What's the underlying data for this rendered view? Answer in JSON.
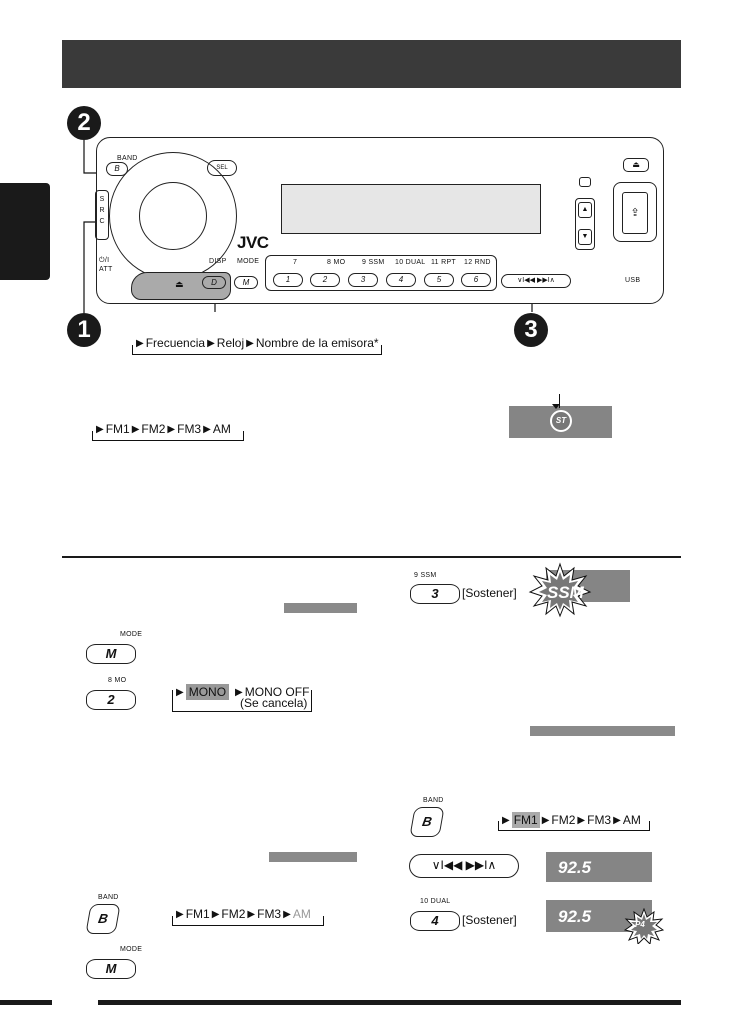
{
  "page": {
    "number_markers": [
      "2",
      "1",
      "3"
    ]
  },
  "device": {
    "brand": "JVC",
    "labels": {
      "band": "BAND",
      "src": "S\nR\nC",
      "att": "⏻/I\nATT",
      "disp": "DISP",
      "mode": "MODE",
      "usb": "USB",
      "eject": "⏏"
    },
    "preset_labels": [
      "7",
      "8 MO",
      "9 SSM",
      "10 DUAL",
      "11 RPT",
      "12 RND"
    ],
    "preset_keys": [
      "1",
      "2",
      "3",
      "4",
      "5",
      "6"
    ],
    "d_key": "D",
    "m_key": "M"
  },
  "disp_sequence": [
    "Frecuencia",
    "Reloj",
    "Nombre de la emisora*"
  ],
  "band_sequence_top": [
    "FM1",
    "FM2",
    "FM3",
    "AM"
  ],
  "st_indicator": "ST",
  "left": {
    "mode_label": "MODE",
    "mode_key": "M",
    "mo_label": "8 MO",
    "mo_key": "2",
    "mono_sequence": [
      "MONO",
      "MONO OFF"
    ],
    "mono_cancel": "(Se cancela)",
    "band_label": "BAND",
    "band_key": "B",
    "band_sequence": [
      "FM1",
      "FM2",
      "FM3",
      "AM"
    ],
    "mode2_label": "MODE",
    "mode2_key": "M"
  },
  "right": {
    "ssm_label": "9 SSM",
    "ssm_key": "3",
    "hold": "[Sostener]",
    "ssm_display": "SSM",
    "band_label": "BAND",
    "band_key": "B",
    "band_sequence": [
      "FM1",
      "FM2",
      "FM3",
      "AM"
    ],
    "freq1": "92.5",
    "dual_label": "10 DUAL",
    "dual_key": "4",
    "hold2": "[Sostener]",
    "freq2": "92.5",
    "p_badge": "P4"
  }
}
